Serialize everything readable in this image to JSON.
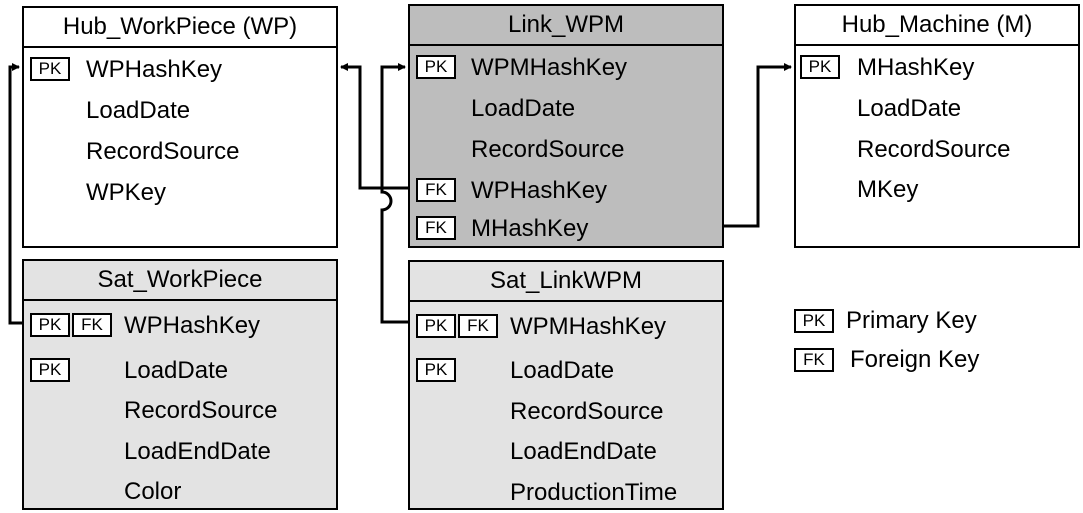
{
  "tables": {
    "hub_workpiece": {
      "title": "Hub_WorkPiece (WP)",
      "fields": [
        "WPHashKey",
        "LoadDate",
        "RecordSource",
        "WPKey"
      ],
      "badges": [
        "PK"
      ]
    },
    "link_wpm": {
      "title": "Link_WPM",
      "fields": [
        "WPMHashKey",
        "LoadDate",
        "RecordSource",
        "WPHashKey",
        "MHashKey"
      ],
      "badges": [
        "PK",
        "FK",
        "FK"
      ]
    },
    "hub_machine": {
      "title": "Hub_Machine (M)",
      "fields": [
        "MHashKey",
        "LoadDate",
        "RecordSource",
        "MKey"
      ],
      "badges": [
        "PK"
      ]
    },
    "sat_workpiece": {
      "title": "Sat_WorkPiece",
      "fields": [
        "WPHashKey",
        "LoadDate",
        "RecordSource",
        "LoadEndDate",
        "Color"
      ],
      "badges": [
        "PK",
        "FK",
        "PK"
      ]
    },
    "sat_linkwpm": {
      "title": "Sat_LinkWPM",
      "fields": [
        "WPMHashKey",
        "LoadDate",
        "RecordSource",
        "LoadEndDate",
        "ProductionTime"
      ],
      "badges": [
        "PK",
        "FK",
        "PK"
      ]
    }
  },
  "legend": {
    "pk_badge": "PK",
    "pk_label": "Primary Key",
    "fk_badge": "FK",
    "fk_label": "Foreign Key"
  },
  "colors": {
    "link_fill": "#bdbdbd",
    "satellite_fill": "#e3e3e3",
    "hub_fill": "#ffffff",
    "line": "#000000"
  }
}
